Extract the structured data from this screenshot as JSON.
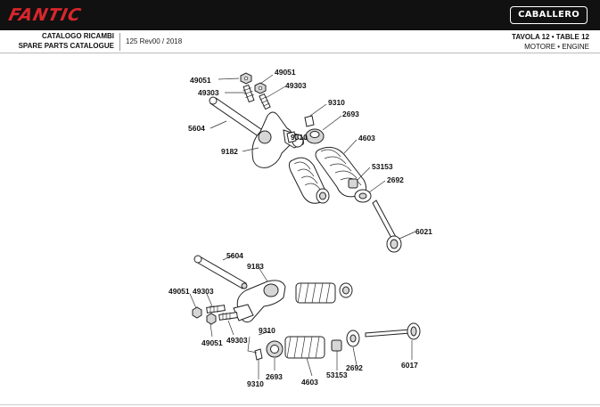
{
  "header": {
    "brand": "FANTIC",
    "model": "CABALLERO",
    "catalog_it": "CATALOGO RICAMBI",
    "catalog_en": "SPARE PARTS CATALOGUE",
    "revision": "125 Rev00 / 2018",
    "table": "TAVOLA 12 • TABLE 12",
    "section": "MOTORE • ENGINE"
  },
  "labels": {
    "top": {
      "l49051a": "49051",
      "l49051b": "49051",
      "l49303a": "49303",
      "l49303b": "49303",
      "l9310a": "9310",
      "l2693": "2693",
      "l5604": "5604",
      "l9310b": "9310",
      "l4603": "4603",
      "l9182": "9182",
      "l53153": "53153",
      "l2692": "2692",
      "l6021": "6021"
    },
    "bottom": {
      "l5604": "5604",
      "l9183": "9183",
      "l49051a": "49051",
      "l49303a": "49303",
      "l9310a": "9310",
      "l49051b": "49051",
      "l49303b": "49303",
      "l2693": "2693",
      "l4603": "4603",
      "l53153": "53153",
      "l2692": "2692",
      "l6017": "6017",
      "l9310b": "9310"
    }
  }
}
